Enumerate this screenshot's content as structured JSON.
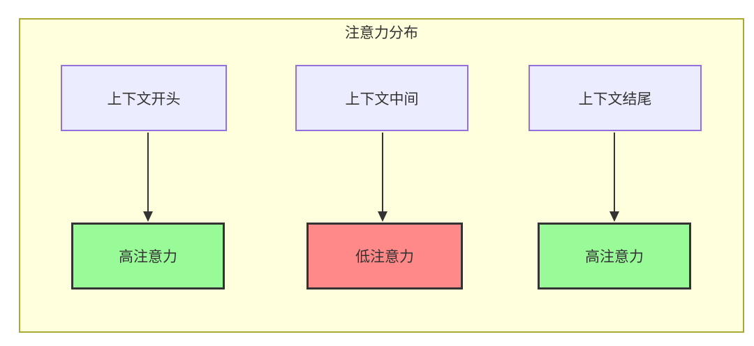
{
  "diagram": {
    "type": "flowchart",
    "title": "注意力分布",
    "nodes": {
      "top": [
        {
          "id": "context-start",
          "label": "上下文开头"
        },
        {
          "id": "context-middle",
          "label": "上下文中间"
        },
        {
          "id": "context-end",
          "label": "上下文结尾"
        }
      ],
      "bottom": [
        {
          "id": "high-attention-1",
          "label": "高注意力",
          "level": "high"
        },
        {
          "id": "low-attention",
          "label": "低注意力",
          "level": "low"
        },
        {
          "id": "high-attention-2",
          "label": "高注意力",
          "level": "high"
        }
      ]
    },
    "edges": [
      {
        "from": "context-start",
        "to": "high-attention-1",
        "style": "arrow-down"
      },
      {
        "from": "context-middle",
        "to": "low-attention",
        "style": "arrow-down"
      },
      {
        "from": "context-end",
        "to": "high-attention-2",
        "style": "arrow-down"
      }
    ],
    "colors": {
      "cluster_background": "#ffffde",
      "cluster_border": "#aaaa33",
      "context_node_background": "#ececff",
      "context_node_border": "#9370db",
      "high_attention_background": "#98fb98",
      "low_attention_background": "#ff8888",
      "attention_node_border": "#333333",
      "text": "#333333",
      "arrow": "#333333"
    }
  }
}
